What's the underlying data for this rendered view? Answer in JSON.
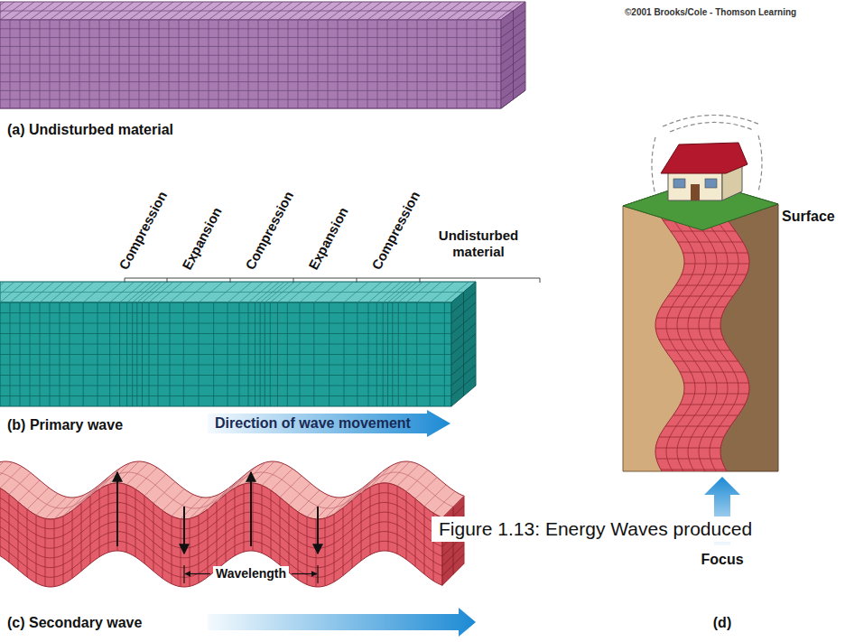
{
  "diagram": {
    "caption": "Figure 1.13: Energy Waves produced",
    "nodes": [
      {
        "text": [
          "Direction of wave movement"
        ]
      }
    ],
    "labels": [
      "©2001 Brooks/Cole - Thomson Learning",
      "(a) Undisturbed material",
      "Compression",
      "Expansion",
      "Compression",
      "Expansion",
      "Compression",
      "Undisturbed material",
      "(b) Primary wave",
      "Wavelength",
      "(c) Secondary wave",
      "Surface",
      "Focus",
      "(d)"
    ]
  }
}
